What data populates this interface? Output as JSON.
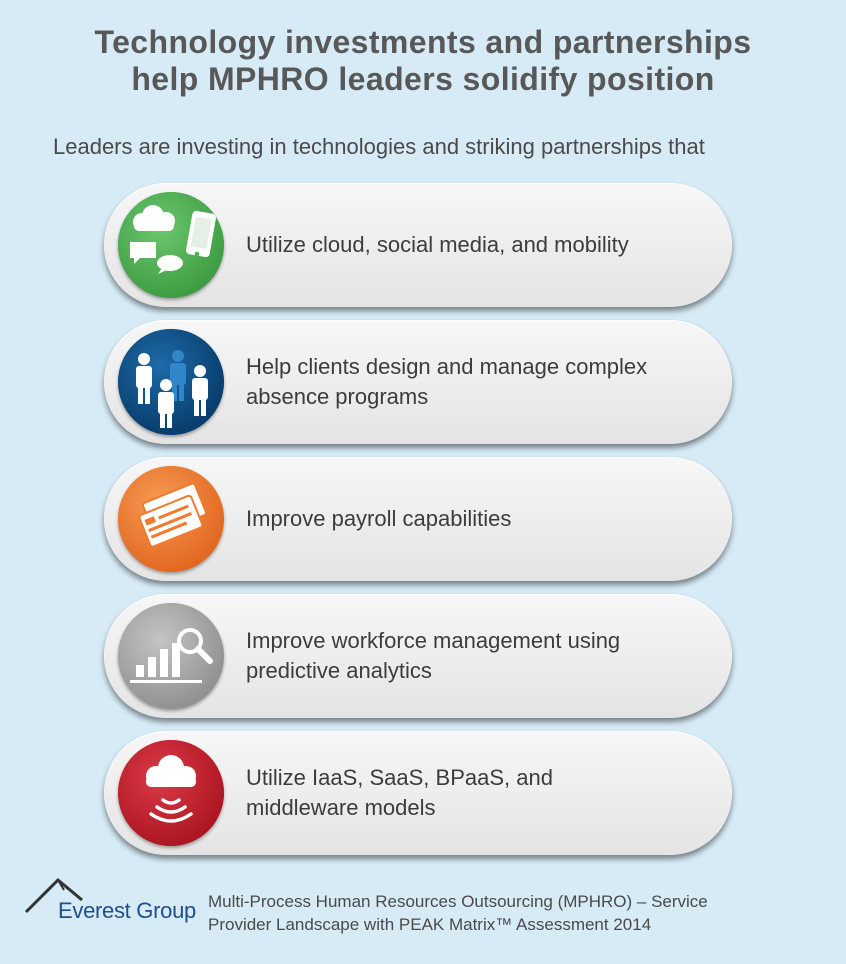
{
  "title": {
    "line1": "Technology investments and partnerships",
    "line2": "help MPHRO leaders solidify position"
  },
  "subtitle": "Leaders are investing in technologies and striking partnerships that",
  "items": [
    {
      "icon": "cloud-social-mobile-icon",
      "color": "#4caf50",
      "line1": "Utilize cloud, social media, and mobility",
      "line2": ""
    },
    {
      "icon": "people-group-icon",
      "color": "#0d4d86",
      "line1": "Help clients design and manage complex",
      "line2": "absence programs"
    },
    {
      "icon": "payroll-cards-icon",
      "color": "#f07a2e",
      "line1": "Improve payroll capabilities",
      "line2": ""
    },
    {
      "icon": "analytics-chart-icon",
      "color": "#aaaaaa",
      "line1": "Improve workforce management using",
      "line2": "predictive analytics"
    },
    {
      "icon": "cloud-signal-icon",
      "color": "#c8202f",
      "line1": "Utilize IaaS, SaaS, BPaaS, and",
      "line2": "middleware models"
    }
  ],
  "footer": {
    "logo_text": "Everest Group",
    "line1": "Multi-Process Human Resources Outsourcing (MPHRO) – Service",
    "line2": "Provider Landscape with PEAK Matrix™ Assessment 2014"
  }
}
